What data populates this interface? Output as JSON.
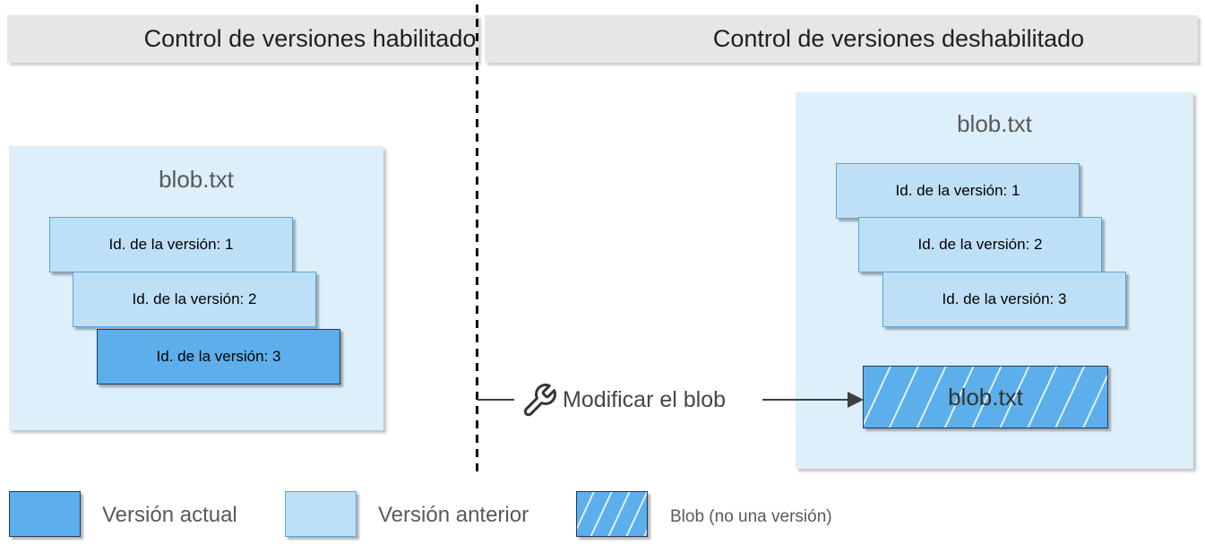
{
  "colors": {
    "header-bg": "#e7e6e6",
    "panel-bg": "#dcEFfa",
    "previous-fill": "#bee0f7",
    "previous-border": "#56a6e0",
    "current-fill": "#5cafea",
    "current-border": "#1f3864",
    "gray-text": "#595959",
    "line": "#3f3f3f"
  },
  "headers": {
    "left": "Control de versiones habilitado",
    "right": "Control de versiones deshabilitado"
  },
  "left_panel": {
    "title": "blob.txt",
    "versions": [
      "Id. de la versión: 1",
      "Id. de la versión: 2",
      "Id. de la versión: 3"
    ]
  },
  "right_panel": {
    "title": "blob.txt",
    "versions": [
      "Id. de la versión: 1",
      "Id. de la versión: 2",
      "Id. de la versión: 3"
    ],
    "blob_label": "blob.txt"
  },
  "action": {
    "icon": "wrench-icon",
    "label": "Modificar el blob"
  },
  "legend": {
    "current": "Versión actual",
    "previous": "Versión anterior",
    "blob": "Blob (no una versión)"
  }
}
